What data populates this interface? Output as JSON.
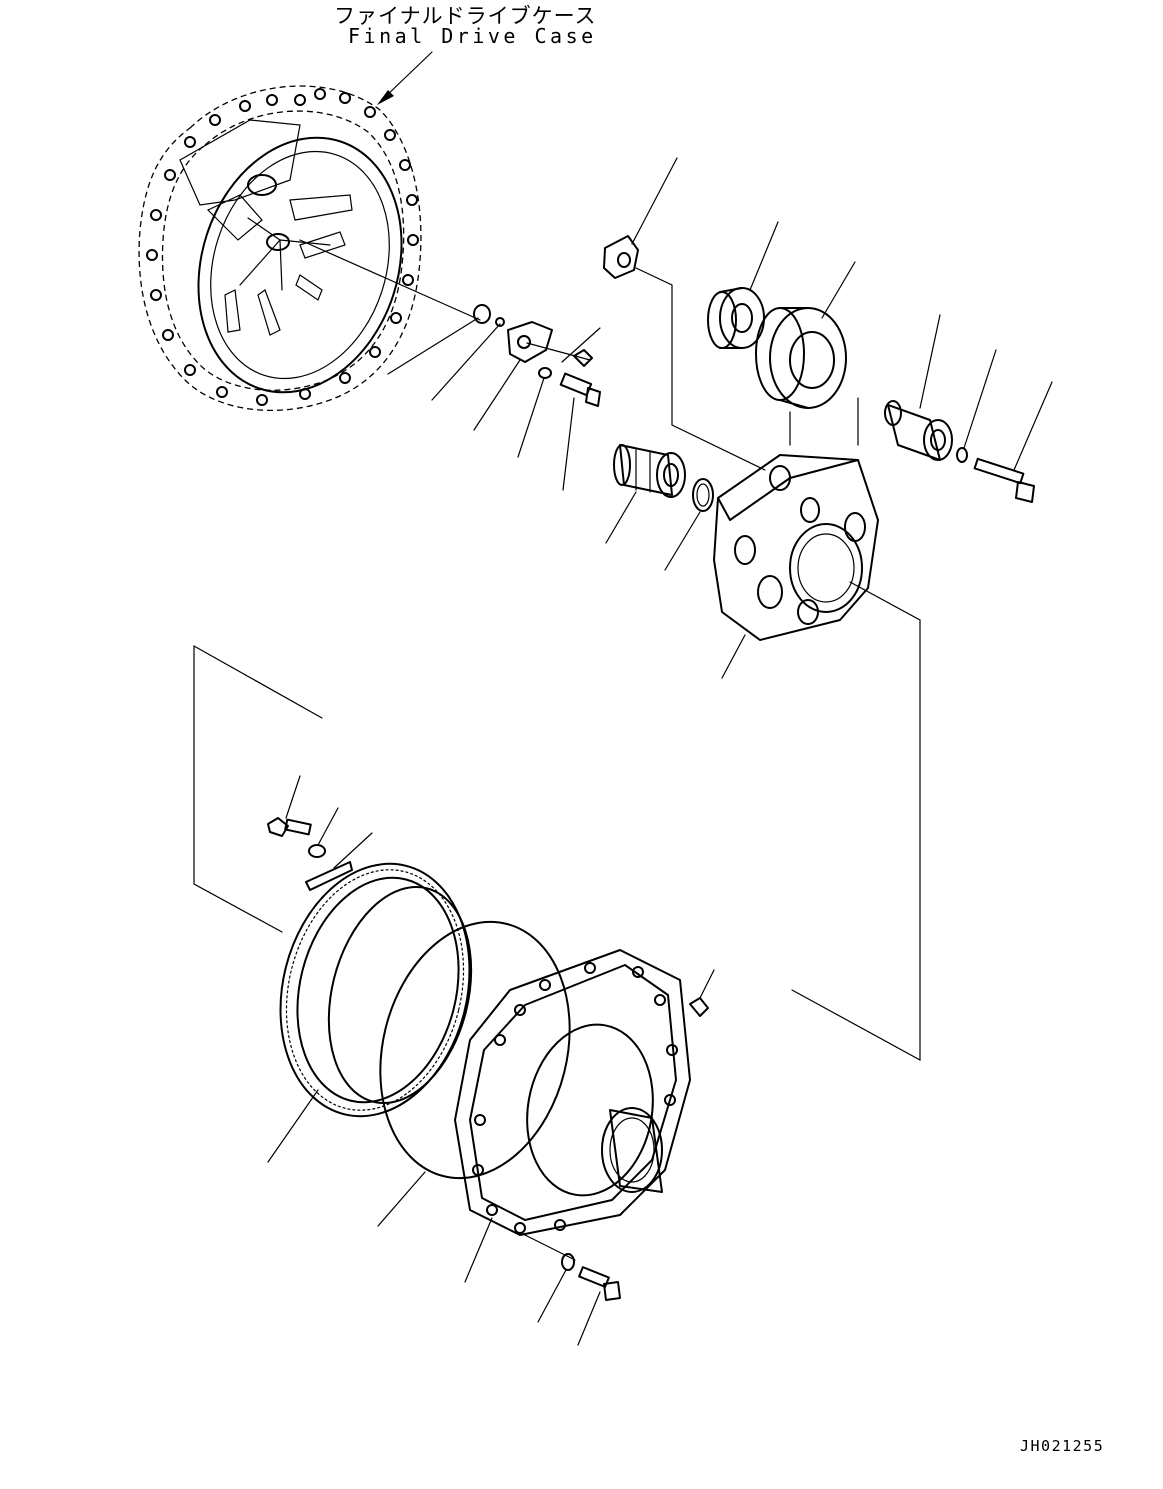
{
  "title": {
    "japanese": "ファイナルドライブケース",
    "english": "Final Drive Case"
  },
  "drawing_id": "JH021255"
}
